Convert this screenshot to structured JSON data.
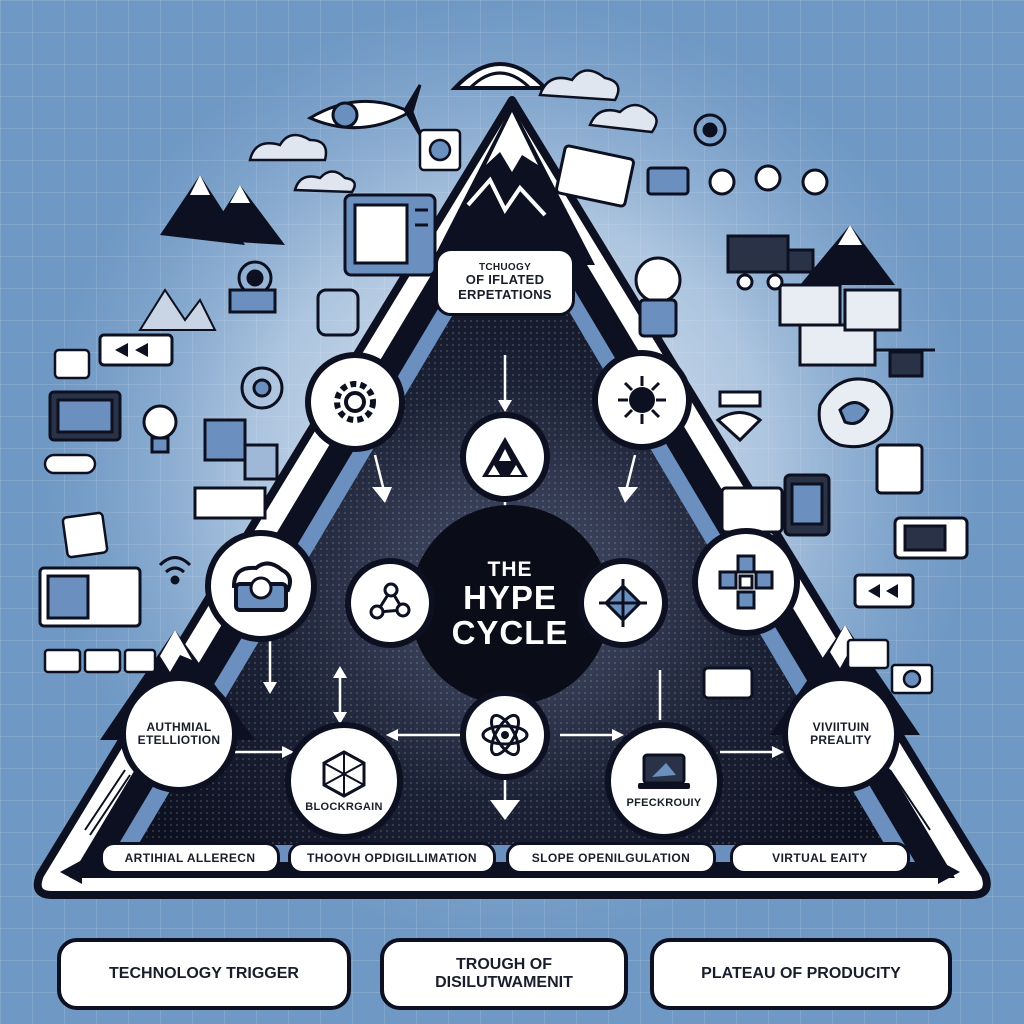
{
  "diagram": {
    "title_line1": "THE",
    "title_line2": "HYPE",
    "title_line3": "CYCLE",
    "peak_label": {
      "line1": "TCHUOGY",
      "line2": "OF IFLATED",
      "line3": "ERPETATIONS"
    },
    "left_label": {
      "line1": "AUTHMIAL",
      "line2": "ETELLIOTION"
    },
    "right_label": {
      "line1": "VIVIITUIN",
      "line2": "PREALITY"
    },
    "node_labels": {
      "blockchain": "BLOCKRGAIN",
      "right_lower": "PFECKROUIY"
    },
    "bar_labels": [
      "ARTIHIAL ALLERECN",
      "THOOVH OPDIGILLIMATION",
      "SLOPE OPENILGULATION",
      "VIRTUAL EAITY"
    ],
    "phases": [
      {
        "line1": "TECHNOLOGY TRIGGER",
        "line2": ""
      },
      {
        "line1": "TROUGH OF",
        "line2": "DISILUTWAMENIT"
      },
      {
        "line1": "PLATEAU OF PRODUCITY",
        "line2": ""
      }
    ]
  },
  "colors": {
    "background": "#6f98c4",
    "ink": "#0d1020",
    "panel_white": "#ffffff",
    "accent_blue": "#4a6fa0",
    "interior_dark": "#141a2e"
  },
  "icons": [
    "rocket-fish-icon",
    "cloud-icon",
    "mountain-icon",
    "server-box-icon",
    "lightbulb-icon",
    "gear-icon",
    "monitor-icon",
    "drone-icon",
    "cube-stack-icon",
    "wifi-icon",
    "truck-icon",
    "rose-icon"
  ]
}
